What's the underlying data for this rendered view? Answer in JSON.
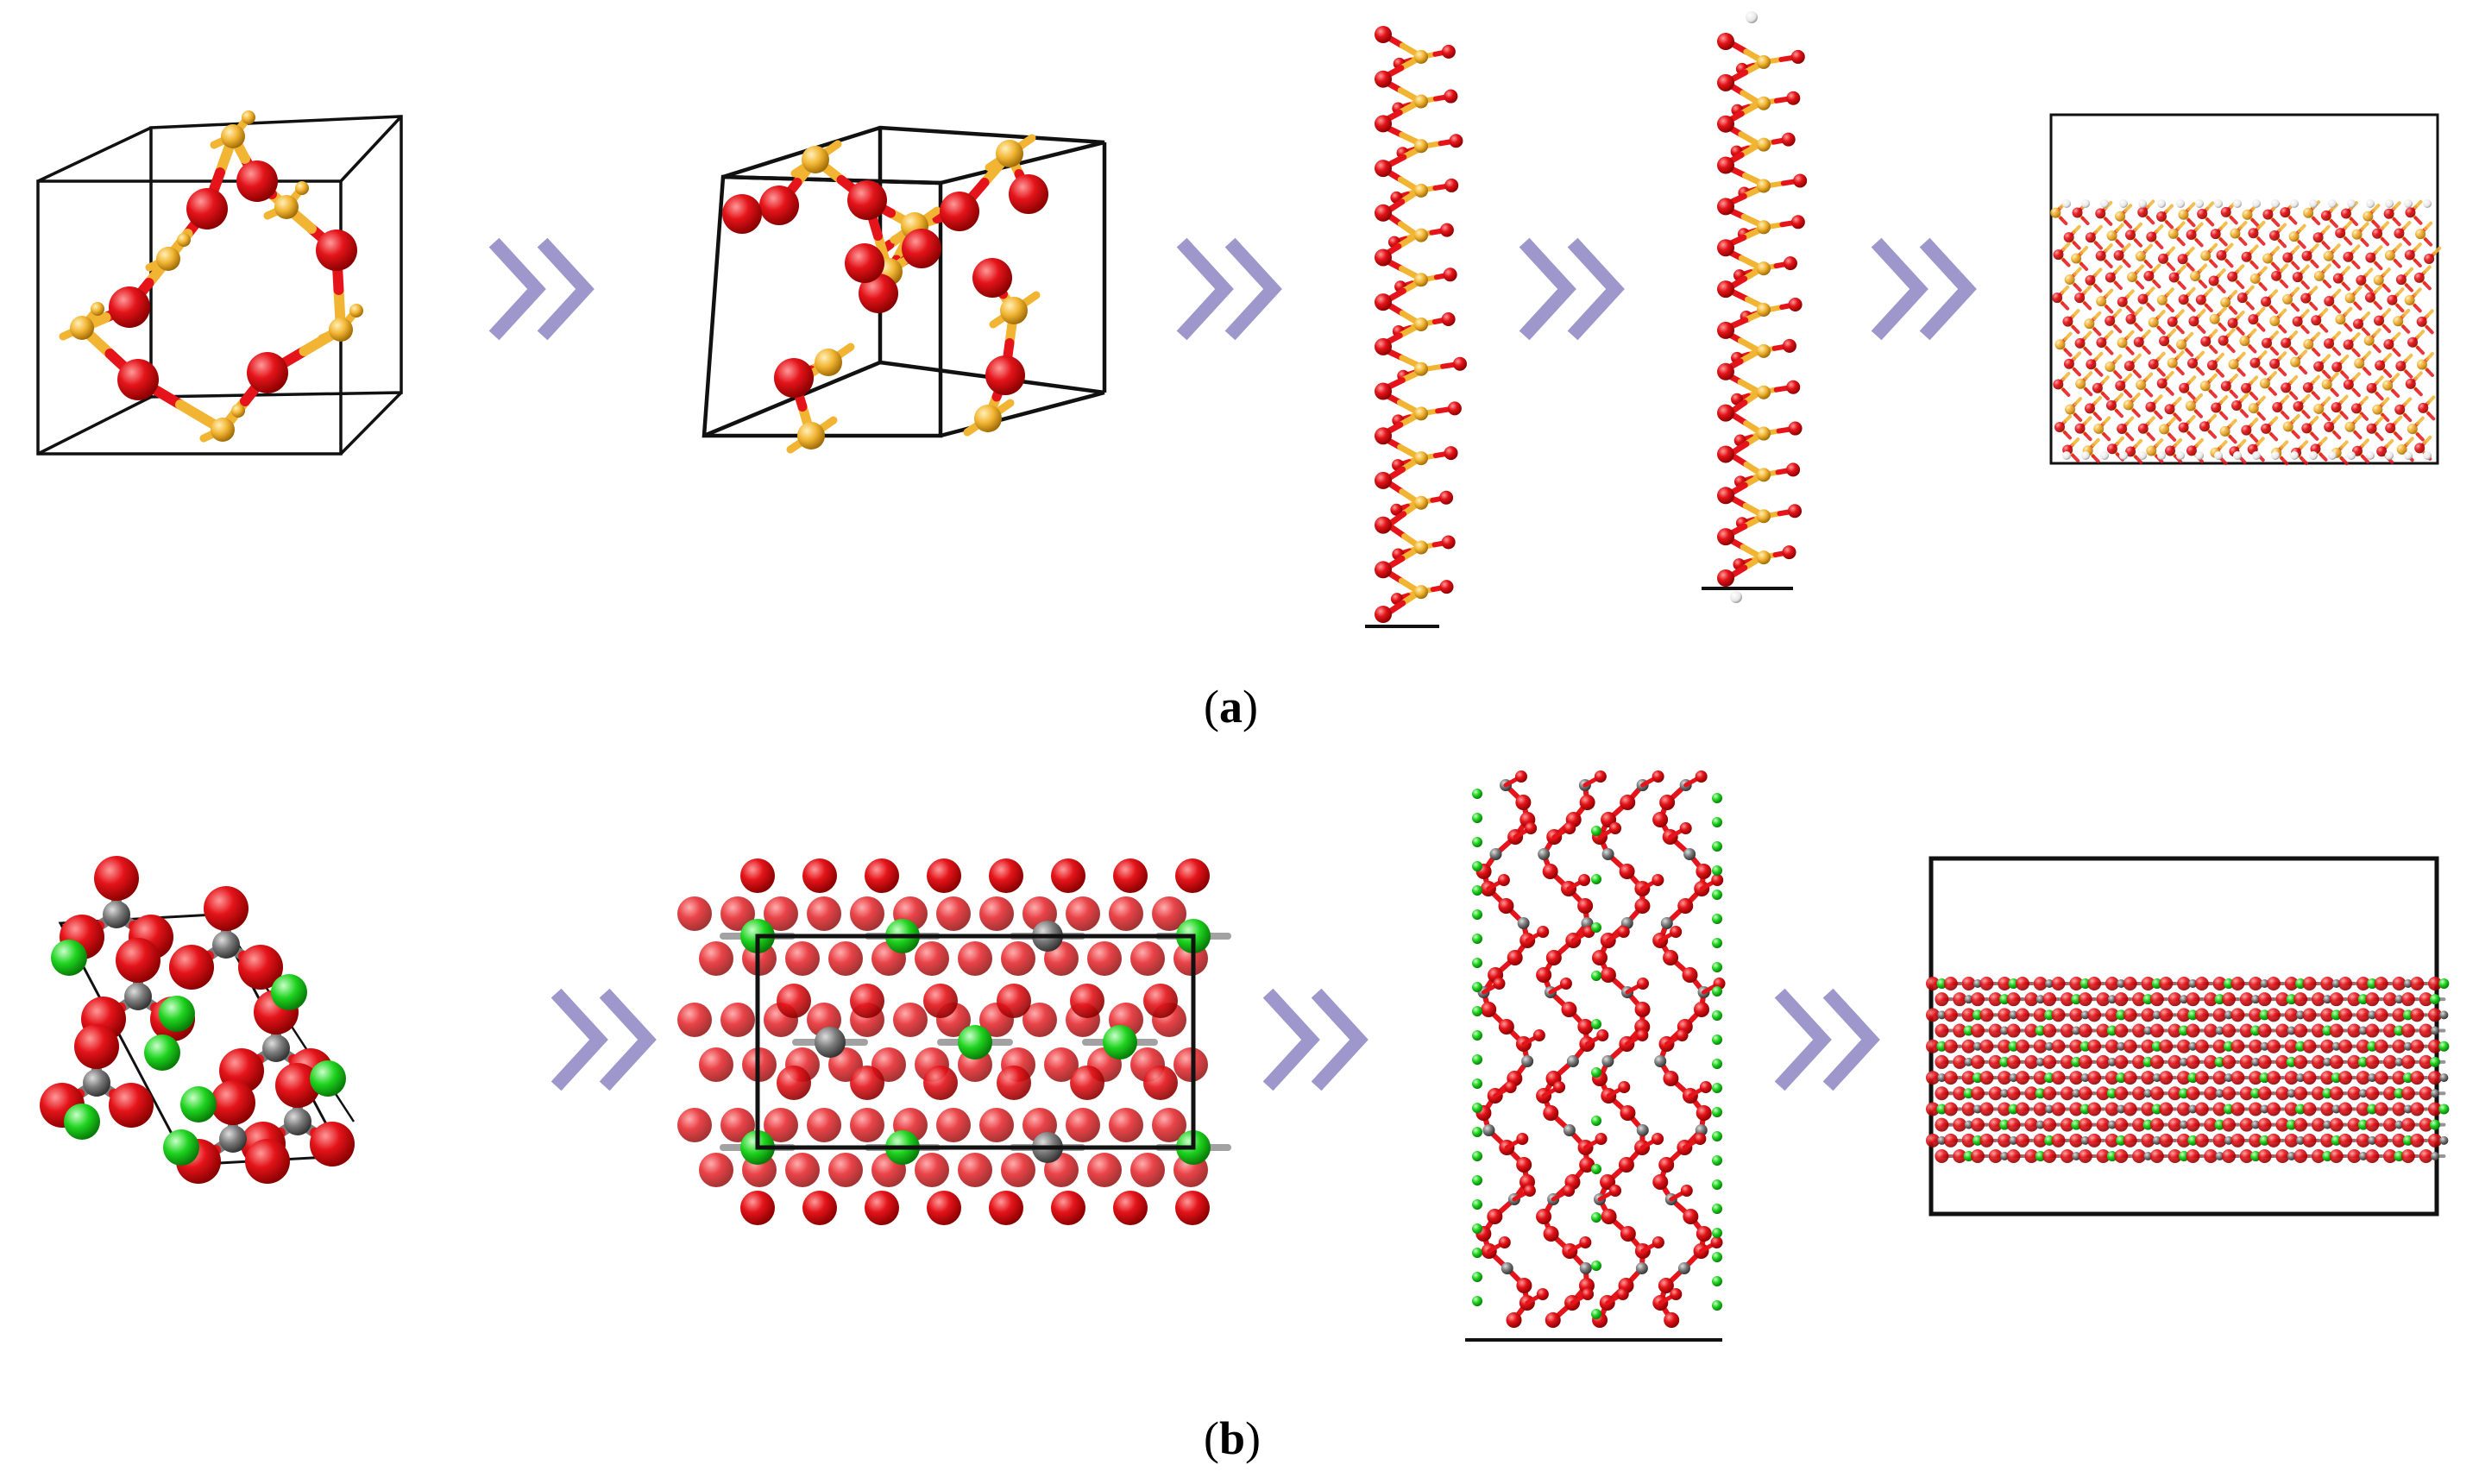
{
  "panels": [
    {
      "id": "a",
      "label_open": "(",
      "label_letter": "a",
      "label_close": ")"
    },
    {
      "id": "b",
      "label_open": "(",
      "label_letter": "b",
      "label_close": ")"
    }
  ],
  "colors": {
    "oxygen": "#e4141a",
    "silicon": "#f2b533",
    "calcium": "#1fd31f",
    "carbon": "#7b7b7b",
    "hydrogen": "#f2f2f2",
    "arrow": "#9e97cc",
    "cell_line": "#111111"
  },
  "icons": {
    "arrow": "double-chevron-right-icon"
  }
}
